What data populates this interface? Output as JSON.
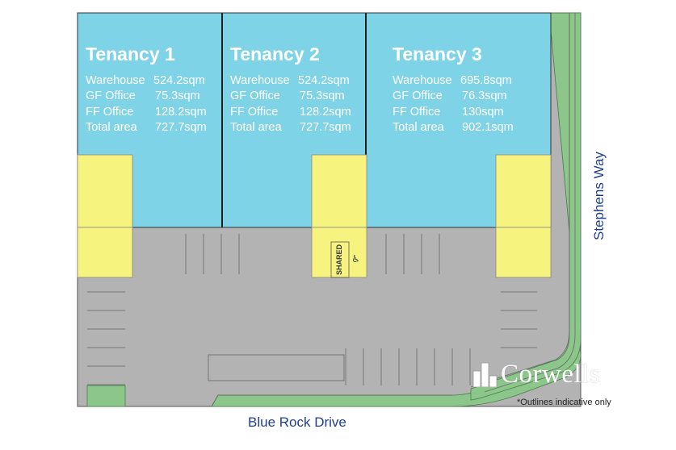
{
  "tenancies": [
    {
      "title": "Tenancy 1",
      "stats": [
        {
          "label": "Warehouse",
          "value": "524.2sqm"
        },
        {
          "label": "GF Office",
          "value": "75.3sqm"
        },
        {
          "label": "FF Office",
          "value": "128.2sqm"
        },
        {
          "label": "Total area",
          "value": "727.7sqm"
        }
      ]
    },
    {
      "title": "Tenancy 2",
      "stats": [
        {
          "label": "Warehouse",
          "value": "524.2sqm"
        },
        {
          "label": "GF Office",
          "value": "75.3sqm"
        },
        {
          "label": "FF Office",
          "value": "128.2sqm"
        },
        {
          "label": "Total area",
          "value": "727.7sqm"
        }
      ]
    },
    {
      "title": "Tenancy 3",
      "stats": [
        {
          "label": "Warehouse",
          "value": "695.8sqm"
        },
        {
          "label": "GF Office",
          "value": "76.3sqm"
        },
        {
          "label": "FF Office",
          "value": "130sqm"
        },
        {
          "label": "Total area",
          "value": "902.1sqm"
        }
      ]
    }
  ],
  "streets": {
    "bottom": "Blue Rock Drive",
    "right": "Stephens Way"
  },
  "parking": {
    "shared_label": "SHARED",
    "accessible_symbol": "♿"
  },
  "brand": {
    "name": "Corwells",
    "logo_icon": "building-blocks-icon"
  },
  "disclaimer": "*Outlines indicative only",
  "colors": {
    "warehouse": "#7ed3e6",
    "office": "#f6f47f",
    "carpark": "#b3b3b3",
    "landscaping": "#8cc68b",
    "street_text": "#1f3f8c"
  }
}
